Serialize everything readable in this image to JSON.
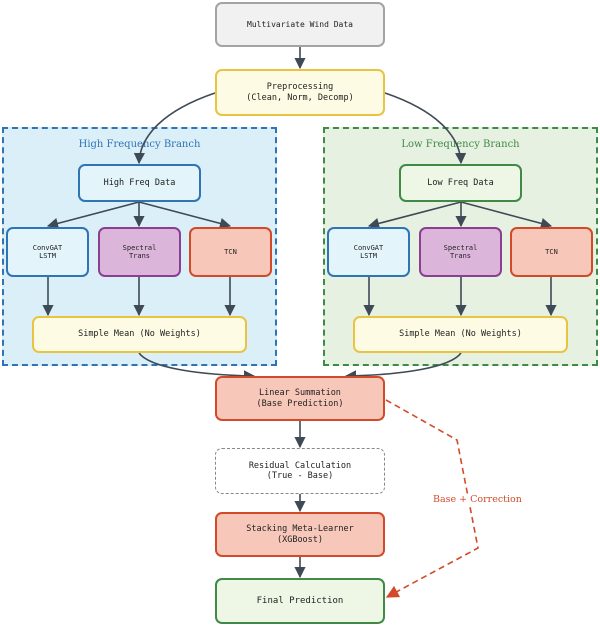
{
  "diagram": {
    "branches": {
      "high": {
        "title": "High Frequency Branch"
      },
      "low": {
        "title": "Low Frequency Branch"
      }
    },
    "nodes": {
      "input": {
        "lines": [
          "Multivariate Wind Data"
        ]
      },
      "preprocess": {
        "lines": [
          "Preprocessing",
          "(Clean, Norm, Decomp)"
        ]
      },
      "hf_data": {
        "lines": [
          "High Freq Data"
        ]
      },
      "lf_data": {
        "lines": [
          "Low Freq Data"
        ]
      },
      "hf_convgat": {
        "lines": [
          "ConvGAT",
          "LSTM"
        ]
      },
      "hf_spectral": {
        "lines": [
          "Spectral",
          "Trans"
        ]
      },
      "hf_tcn": {
        "lines": [
          "TCN"
        ]
      },
      "lf_convgat": {
        "lines": [
          "ConvGAT",
          "LSTM"
        ]
      },
      "lf_spectral": {
        "lines": [
          "Spectral",
          "Trans"
        ]
      },
      "lf_tcn": {
        "lines": [
          "TCN"
        ]
      },
      "hf_mean": {
        "lines": [
          "Simple Mean (No Weights)"
        ]
      },
      "lf_mean": {
        "lines": [
          "Simple Mean (No Weights)"
        ]
      },
      "summation": {
        "lines": [
          "Linear Summation",
          "(Base Prediction)"
        ]
      },
      "residual": {
        "lines": [
          "Residual Calculation",
          "(True - Base)"
        ]
      },
      "stacking": {
        "lines": [
          "Stacking Meta-Learner",
          "(XGBoost)"
        ]
      },
      "final": {
        "lines": [
          "Final Prediction"
        ]
      }
    },
    "edges": {
      "correction_label": "Base + Correction"
    },
    "colors": {
      "arrow": "#3e4a55",
      "correction": "#d24a2a"
    }
  }
}
